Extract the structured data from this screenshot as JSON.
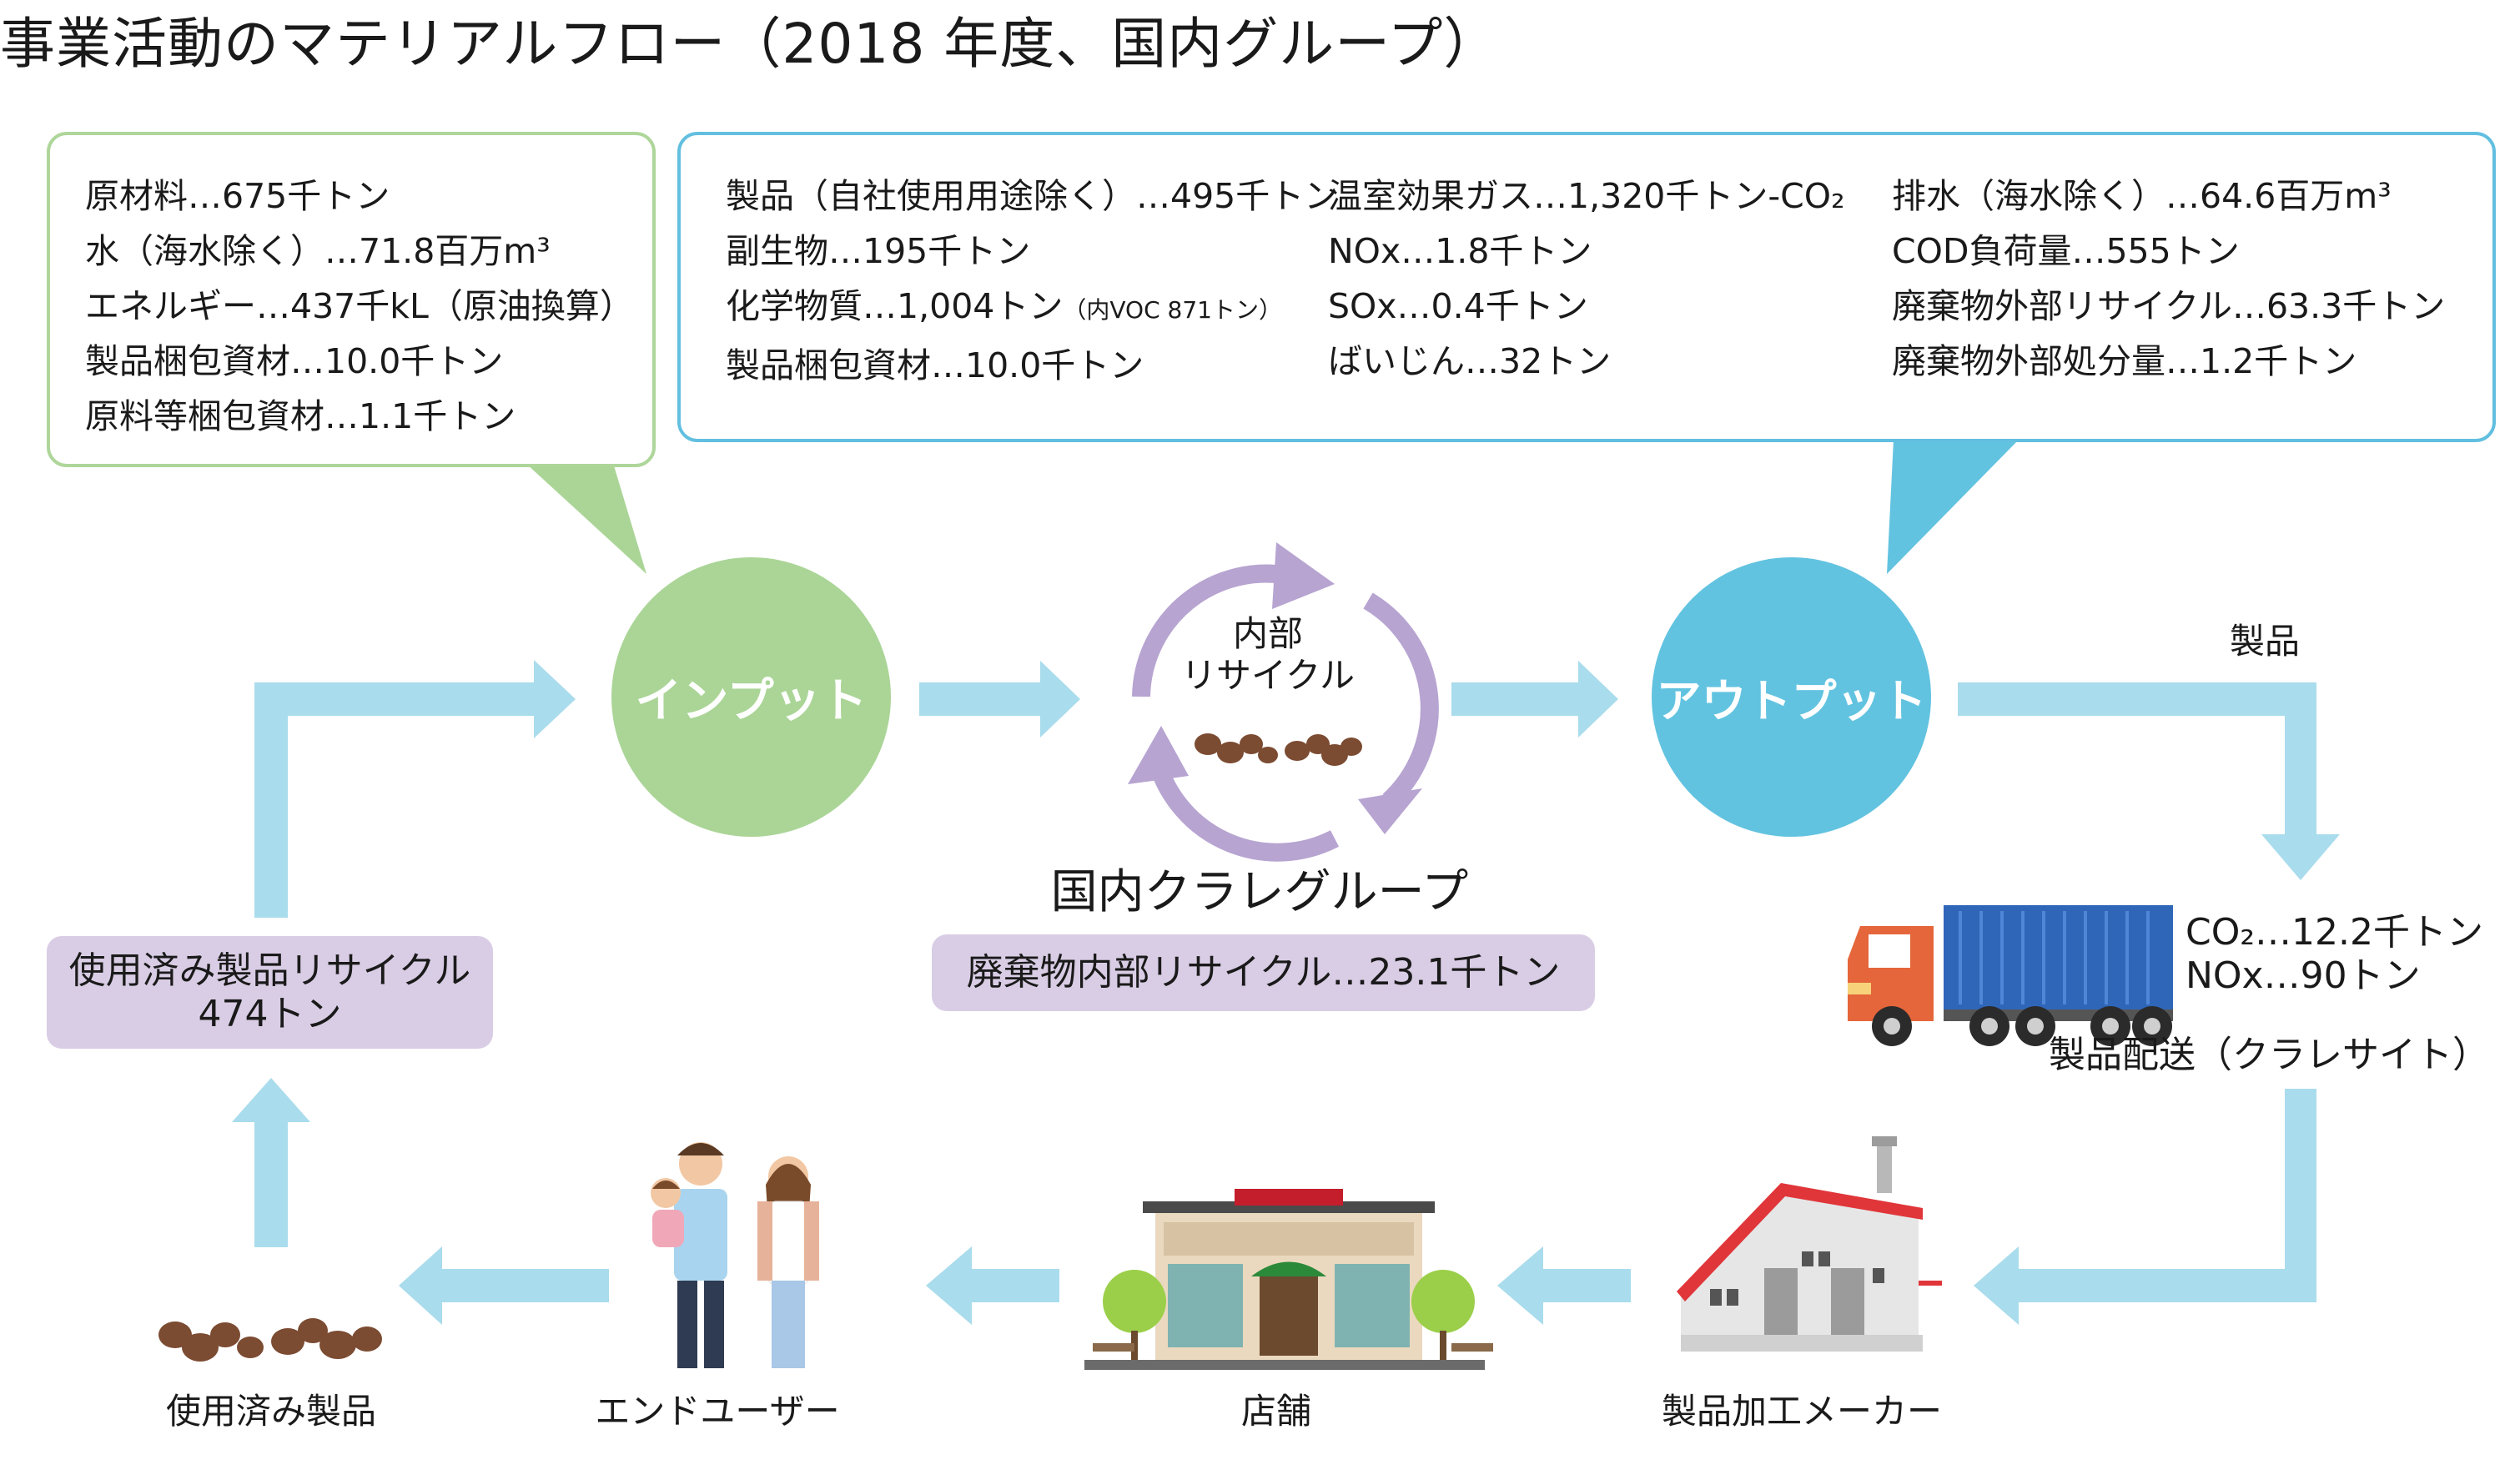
{
  "title": "事業活動のマテリアルフロー（2018 年度、国内グループ）",
  "input_box": {
    "items": [
      "原材料…675千トン",
      "水（海水除く）…71.8百万m³",
      "エネルギー…437千kL（原油換算）",
      "製品梱包資材…10.0千トン",
      "原料等梱包資材…1.1千トン"
    ]
  },
  "output_box": {
    "col1": {
      "item1": "製品（自社使用用途除く）…495千トン",
      "item2": "副生物…195千トン",
      "item3_main": "化学物質…1,004トン",
      "item3_sub": "（内VOC 871トン）",
      "item4": "製品梱包資材…10.0千トン"
    },
    "col2": [
      "温室効果ガス…1,320千トン-CO₂",
      "NOx…1.8千トン",
      "SOx…0.4千トン",
      "ばいじん…32トン"
    ],
    "col3": [
      "排水（海水除く）…64.6百万m³",
      "COD負荷量…555トン",
      "廃棄物外部リサイクル…63.3千トン",
      "廃棄物外部処分量…1.2千トン"
    ]
  },
  "input_label": "インプット",
  "output_label": "アウトプット",
  "internal_recycle": {
    "line1": "内部",
    "line2": "リサイクル"
  },
  "group_label": "国内クラレグループ",
  "internal_waste_pill": "廃棄物内部リサイクル…23.1千トン",
  "product_label": "製品",
  "delivery": {
    "co2": "CO₂…12.2千トン",
    "nox": "NOx…90トン",
    "label": "製品配送（クラレサイト）"
  },
  "recycle_pill": {
    "line1": "使用済み製品リサイクル",
    "line2": "474トン"
  },
  "bottom_labels": {
    "used_products": "使用済み製品",
    "end_user": "エンドユーザー",
    "store": "店舗",
    "maker": "製品加工メーカー"
  },
  "colors": {
    "input_green": "#abd597",
    "output_blue": "#62c3e0",
    "arrow_blue": "#a9dcec",
    "recycle_purple": "#b7a4d1",
    "pill_purple": "#d9cde5",
    "truck_container": "#2f66b8",
    "truck_cab": "#e4663a"
  }
}
